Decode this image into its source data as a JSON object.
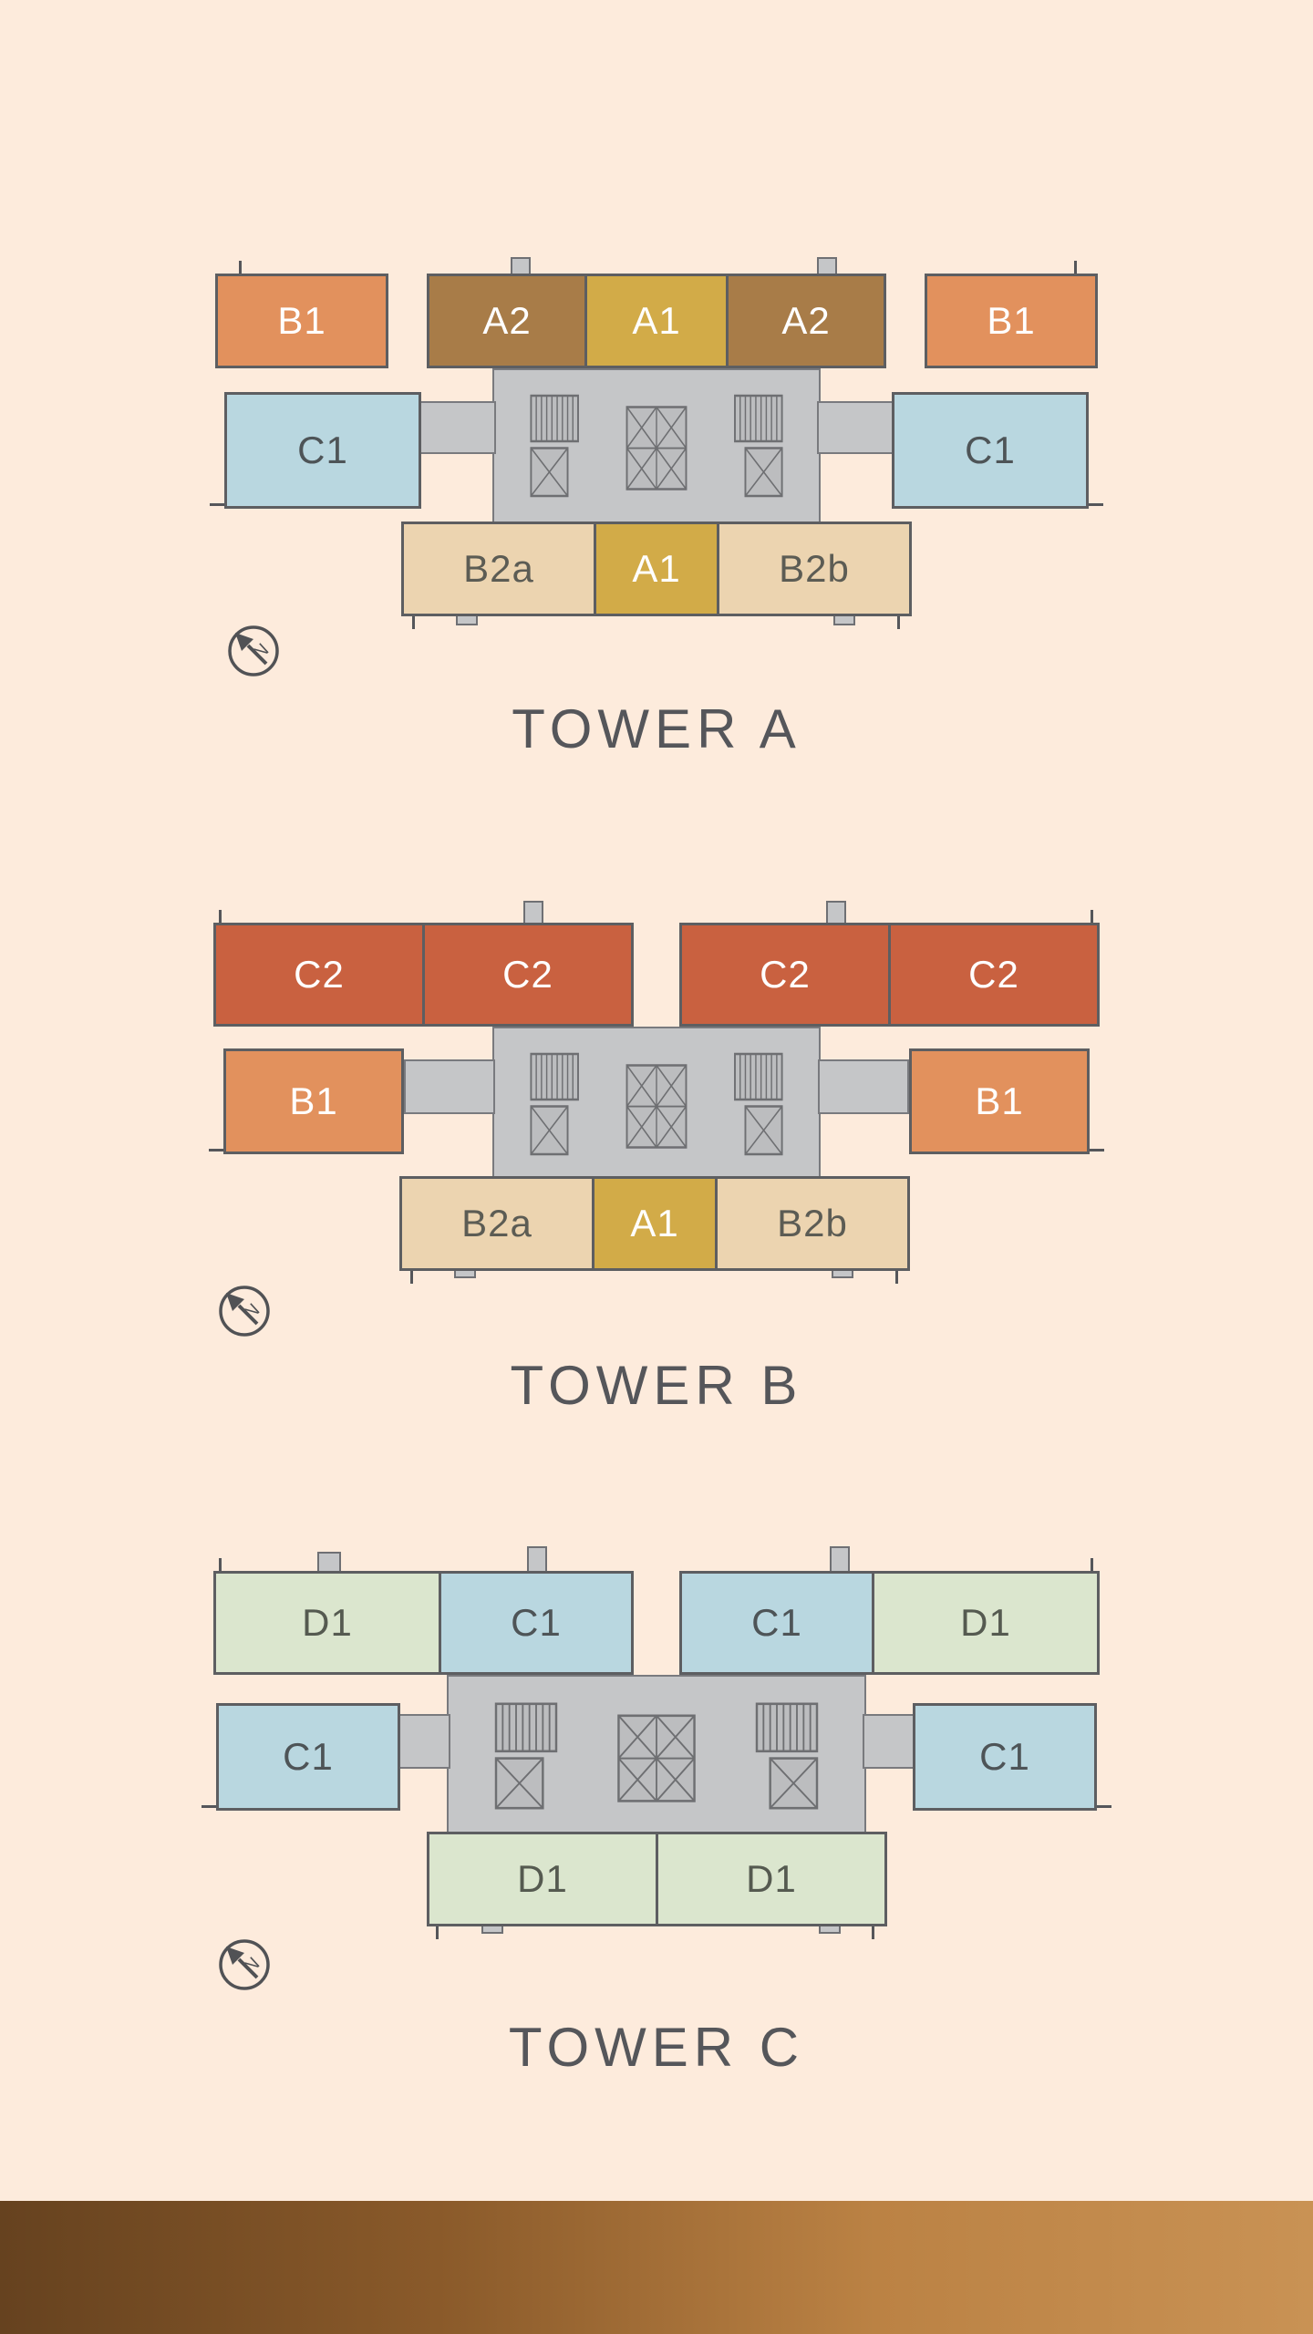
{
  "page": {
    "background": "#fdebdc",
    "footer": {
      "gradient": [
        "#66421f",
        "#8a5a2a",
        "#bb8244",
        "#c99254"
      ]
    }
  },
  "outline_color": "#5d5e61",
  "core_color": "#c5c6c8",
  "unit_styles": {
    "B1": {
      "fill": "#e2915d",
      "text": "#ffffff"
    },
    "A2": {
      "fill": "#a87c48",
      "text": "#ffffff"
    },
    "A1": {
      "fill": "#d2ab48",
      "text": "#ffffff"
    },
    "C1": {
      "fill": "#b9d7e0",
      "text": "#4e5457"
    },
    "B2a": {
      "fill": "#ecd4b0",
      "text": "#5c5c54"
    },
    "B2b": {
      "fill": "#ecd4b0",
      "text": "#5c5c54"
    },
    "C2": {
      "fill": "#c96140",
      "text": "#ffffff"
    },
    "D1": {
      "fill": "#dbe6ce",
      "text": "#555a50"
    }
  },
  "towers": [
    {
      "title": "TOWER A",
      "compass": "N",
      "units": {
        "top": [
          "B1",
          "A2",
          "A1",
          "A2",
          "B1"
        ],
        "mid": [
          "C1",
          "C1"
        ],
        "bottom": [
          "B2a",
          "A1",
          "B2b"
        ]
      }
    },
    {
      "title": "TOWER B",
      "compass": "N",
      "units": {
        "top": [
          "C2",
          "C2",
          "C2",
          "C2"
        ],
        "mid": [
          "B1",
          "B1"
        ],
        "bottom": [
          "B2a",
          "A1",
          "B2b"
        ]
      }
    },
    {
      "title": "TOWER C",
      "compass": "N",
      "units": {
        "top": [
          "D1",
          "C1",
          "C1",
          "D1"
        ],
        "mid": [
          "C1",
          "C1"
        ],
        "bottom": [
          "D1",
          "D1"
        ]
      }
    }
  ]
}
